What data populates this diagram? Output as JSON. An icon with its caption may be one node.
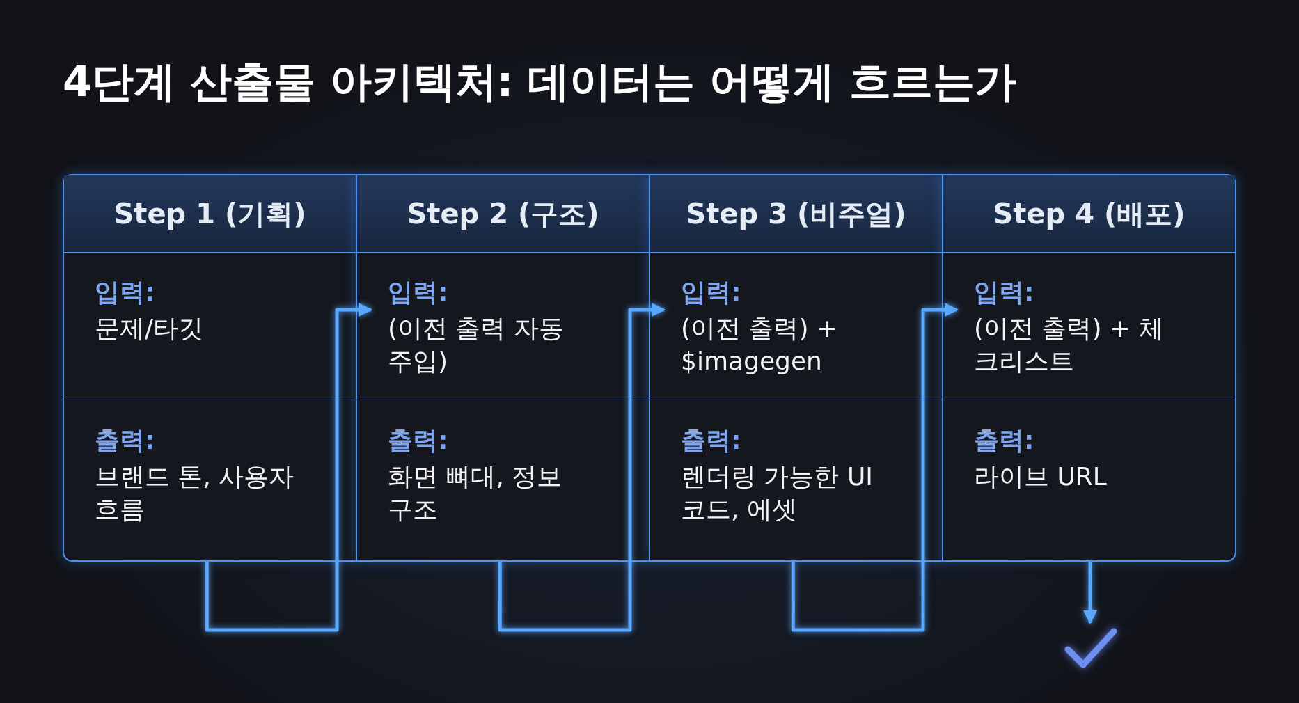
{
  "diagram": {
    "title": "4단계 산출물 아키텍처: 데이터는 어떻게 흐르는가",
    "nodes": [
      {
        "text": [
          "Step 1 (기획)"
        ]
      },
      {
        "text": [
          "입력:",
          "문제/타깃"
        ],
        "in": 0
      },
      {
        "text": [
          "출력:",
          "브랜드 톤, 사용자 흐름"
        ],
        "in": 0
      },
      {
        "text": [
          "Step 2 (구조)"
        ]
      },
      {
        "text": [
          "입력:",
          "(이전 출력 자동 주입)"
        ],
        "in": 3
      },
      {
        "text": [
          "출력:",
          "화면 뼈대, 정보 구조"
        ],
        "in": 3
      },
      {
        "text": [
          "Step 3 (비주얼)"
        ]
      },
      {
        "text": [
          "입력:",
          "(이전 출력) + $imagegen"
        ],
        "in": 6
      },
      {
        "text": [
          "출력:",
          "렌더링 가능한 UI 코드, 에셋"
        ],
        "in": 6
      },
      {
        "text": [
          "Step 4 (배포)"
        ]
      },
      {
        "text": [
          "입력:",
          "(이전 출력) + 체크리스트"
        ],
        "in": 9
      },
      {
        "text": [
          "출력:",
          "라이브 URL"
        ],
        "in": 9
      },
      {
        "text": [],
        "shape": "checkmark"
      }
    ],
    "edges": [
      {
        "from": 2,
        "to": 4,
        "arrow": "to"
      },
      {
        "from": 5,
        "to": 7,
        "arrow": "to"
      },
      {
        "from": 8,
        "to": 10,
        "arrow": "to"
      },
      {
        "from": 11,
        "to": 12,
        "arrow": "to"
      }
    ]
  }
}
